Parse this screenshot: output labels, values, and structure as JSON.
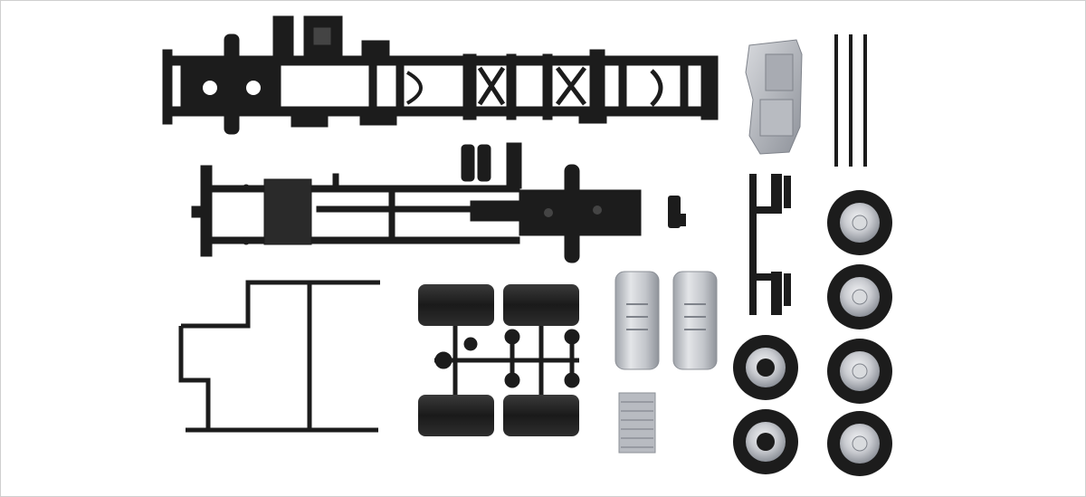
{
  "image": {
    "kind": "product photo",
    "background": "#ffffff"
  },
  "colors": {
    "plastic_black": "#1b1b1b",
    "plastic_dark": "#2b2b2b",
    "metal_light": "#c9cbd0",
    "metal_mid": "#a8abb2",
    "metal_shadow": "#7f838b"
  },
  "parts": [
    {
      "name": "main-chassis-frame",
      "color": "black"
    },
    {
      "name": "secondary-chassis-frame",
      "color": "black"
    },
    {
      "name": "frame-outline-sprue",
      "color": "black"
    },
    {
      "name": "axle-tire-sprue",
      "color": "black"
    },
    {
      "name": "fuel-tank",
      "color": "silver"
    },
    {
      "name": "fuel-tank-right",
      "color": "silver"
    },
    {
      "name": "step-plate",
      "color": "silver"
    },
    {
      "name": "engine-block",
      "color": "silver"
    },
    {
      "name": "axle-rods",
      "color": "black"
    },
    {
      "name": "bracket-sprue",
      "color": "black"
    },
    {
      "name": "small-bracket",
      "color": "black"
    },
    {
      "name": "wheels",
      "color": "black-silver"
    }
  ]
}
